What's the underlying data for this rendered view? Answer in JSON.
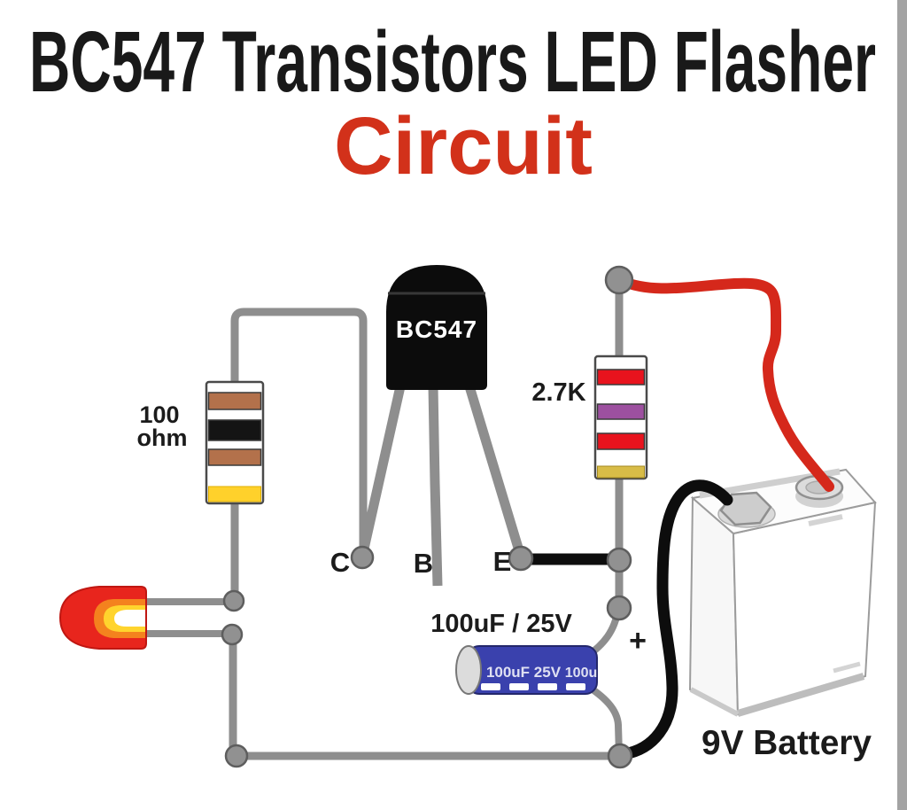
{
  "header": {
    "title": "BC547 Transistors LED Flasher",
    "subtitle": "Circuit",
    "title_color": "#191919",
    "subtitle_color": "#d2311a"
  },
  "transistor": {
    "part_number": "BC547",
    "pin_collector": "C",
    "pin_base": "B",
    "pin_emitter": "E"
  },
  "resistor_r1": {
    "label_value": "100",
    "label_unit": "ohm",
    "band_colors": [
      "#b3714b",
      "#141414",
      "#b3714b",
      "#ffd12b"
    ]
  },
  "resistor_r2": {
    "label": "2.7K",
    "band_colors": [
      "#e8131d",
      "#9d50a0",
      "#e8131d",
      "#d8bc47"
    ]
  },
  "capacitor": {
    "label": "100uF / 25V",
    "print_left": "100uF 25V",
    "print_right": "100u",
    "polarity_mark": "+",
    "body_color": "#3a41ad"
  },
  "led": {
    "body_color": "#e8251d"
  },
  "battery": {
    "label": "9V Battery"
  },
  "wires": {
    "signal_color": "#8e8e8e",
    "positive_color": "#d5281b",
    "negative_color": "#0d0d0d"
  }
}
